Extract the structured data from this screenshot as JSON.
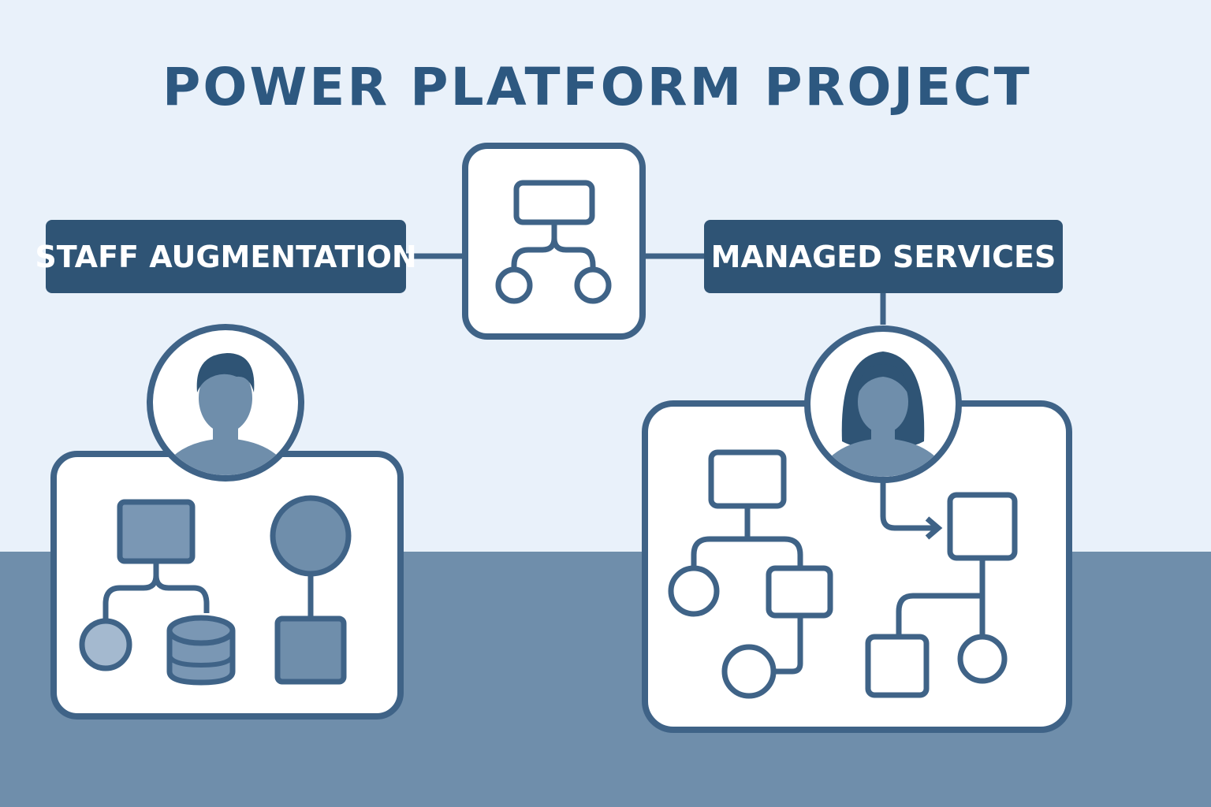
{
  "title": "POWER PLATFORM PROJECT",
  "labels": {
    "left": "STAFF AUGMENTATION",
    "right": "MANAGED SERVICES"
  },
  "icons": {
    "hub": "org-chart-icon",
    "left_person": "man-avatar-icon",
    "right_person": "woman-avatar-icon",
    "left_card": "diagram-shapes-icon",
    "right_card": "flowchart-icon"
  },
  "colors": {
    "background": "#e9f1fa",
    "floor": "#6f8eab",
    "stroke": "#3f6387",
    "label_fill": "#2f5475",
    "title": "#2d5880",
    "card": "#ffffff",
    "shape_fill": "#7a97b4",
    "shape_light": "#a4b9cf"
  }
}
